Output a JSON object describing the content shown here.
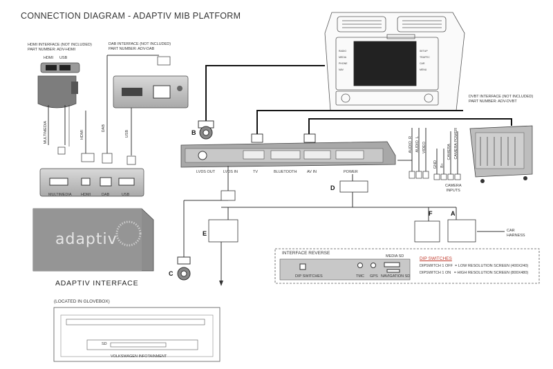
{
  "title": "CONNECTION DIAGRAM - ADAPTIV MIB PLATFORM",
  "hdmi_interface": {
    "line1": "HDMI INTERFACE (NOT INCLUDED)",
    "line2": "PART NUMBER: ADV-HDMI",
    "port_hdmi": "HDMI",
    "port_usb": "USB",
    "cable_multimedia": "MULTIMEDIA",
    "cable_hdmi": "HDMI"
  },
  "dab_interface": {
    "line1": "DAB INTERFACE (NOT INCLUDED)",
    "line2": "PART NUMBER: ADV-DAB",
    "cable_dab": "DAB",
    "cable_usb": "USB"
  },
  "dvbt_interface": {
    "line1": "DVBT INTERFACE (NOT INCLUDED)",
    "line2": "PART NUMBER: ADV-DVBT"
  },
  "hub_ports": [
    "MULTIMEDIA",
    "HDMI",
    "DAB",
    "USB"
  ],
  "adaptiv_interface": {
    "logo": "adaptiv",
    "label": "ADAPTIV INTERFACE"
  },
  "main_box_ports": [
    "LVDS OUT",
    "LVDS IN",
    "TV",
    "BLUETOOTH",
    "AV IN",
    "POWER"
  ],
  "av_cables": [
    "AUDIO_R",
    "AUDIO_L",
    "VIDEO",
    "GND",
    "B+",
    "CAMERA",
    "CAMERA POWER"
  ],
  "camera_inputs": "CAMERA\nINPUTS",
  "letters": {
    "a": "A",
    "b": "B",
    "c": "C",
    "d": "D",
    "e": "E",
    "f": "F"
  },
  "car_harness": "CAR\nHARNESS",
  "interface_reverse": {
    "title": "INTERFACE REVERSE",
    "media_sd": "MEDIA SD",
    "dip_switches": "DIP SWITCHES",
    "tmc": "TMC",
    "gps": "GPS",
    "navigation_sd": "NAVIGATION SD"
  },
  "dip_switch_info": {
    "heading": "DIP SWITCHES",
    "line1": "DIPSWITCH 1 OFF  = LOW RESOLUTION SCREEN (400X240)",
    "line2": "DIPSWITCH 1 ON   = HIGH RESOLUTION SCREEN (800X480)"
  },
  "glovebox": {
    "label": "(LOCATED IN GLOVEBOX)",
    "sd": "SD",
    "unit": "VOLKSWAGEN INFOTAINMENT"
  },
  "head_unit_buttons_left": [
    "RADIO",
    "MEDIA",
    "PHONE",
    "NAV"
  ],
  "head_unit_buttons_right": [
    "SETUP",
    "TRAFFIC",
    "CAR",
    "MENU"
  ],
  "colors": {
    "line": "#333333",
    "accent": "#c0392b",
    "device_fill": "#bdbdbd",
    "device_dark": "#8a8a8a"
  }
}
